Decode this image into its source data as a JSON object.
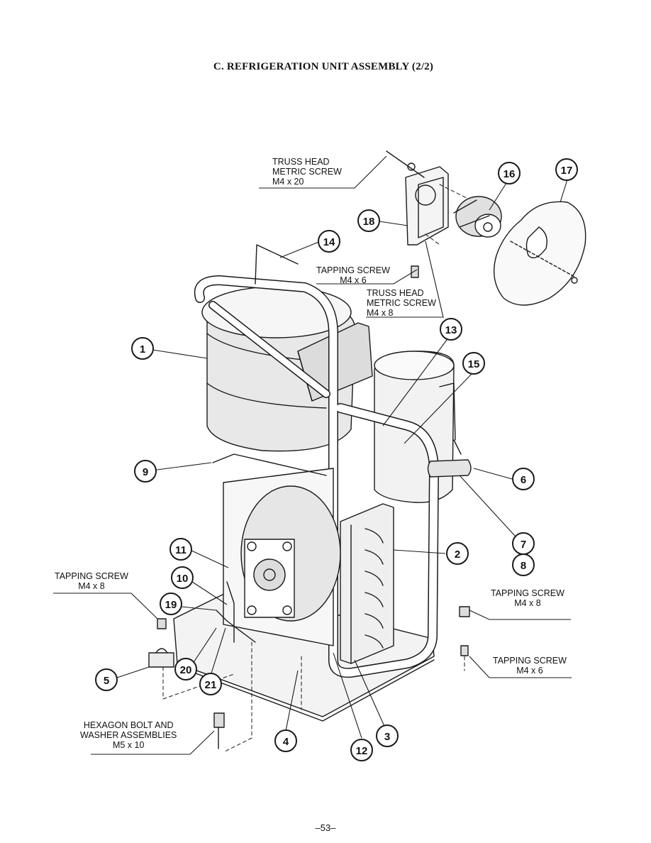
{
  "title": "C.  REFRIGERATION UNIT ASSEMBLY (2/2)",
  "page_number": "–53–",
  "screw_labels": {
    "truss_head_m4x20": [
      "TRUSS HEAD",
      "METRIC SCREW",
      "M4 x 20"
    ],
    "tapping_m4x6_top": [
      "TAPPING SCREW",
      "M4 x 6"
    ],
    "truss_head_m4x8": [
      "TRUSS HEAD",
      "METRIC SCREW",
      "M4 x 8"
    ],
    "tapping_m4x8_left": [
      "TAPPING SCREW",
      "M4 x 8"
    ],
    "tapping_m4x8_right": [
      "TAPPING SCREW",
      "M4 x 8"
    ],
    "tapping_m4x6_right": [
      "TAPPING SCREW",
      "M4 x 6"
    ],
    "hex_bolt": [
      "HEXAGON BOLT AND",
      "WASHER ASSEMBLIES",
      "M5 x 10"
    ]
  },
  "part_numbers": [
    "1",
    "2",
    "3",
    "4",
    "5",
    "6",
    "7",
    "8",
    "9",
    "10",
    "11",
    "12",
    "13",
    "14",
    "15",
    "16",
    "17",
    "18",
    "19",
    "20",
    "21"
  ]
}
